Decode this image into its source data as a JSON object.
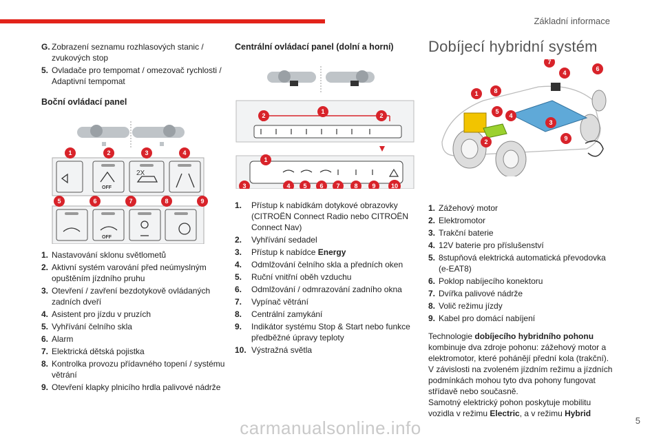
{
  "header": {
    "section_title": "Základní informace",
    "page_number": "5"
  },
  "watermark": "carmanualsonline.info",
  "col1": {
    "top_items": [
      {
        "key": "G.",
        "text": "Zobrazení seznamu rozhlasových stanic / zvukových stop"
      },
      {
        "key": "5.",
        "text": "Ovladače pro tempomat / omezovač rychlosti / Adaptivní tempomat"
      }
    ],
    "heading": "Boční ovládací panel",
    "panel_labels": {
      "two_x": "2X",
      "off": "OFF"
    },
    "badges": [
      "1",
      "2",
      "3",
      "4",
      "5",
      "6",
      "7",
      "8",
      "9"
    ],
    "items": [
      {
        "key": "1.",
        "text": "Nastavování sklonu světlometů"
      },
      {
        "key": "2.",
        "text": "Aktivní systém varování před neúmyslným opuštěním jízdního pruhu"
      },
      {
        "key": "3.",
        "text": "Otevření / zavření bezdotykově ovládaných zadních dveří"
      },
      {
        "key": "4.",
        "text": "Asistent pro jízdu v pruzích"
      },
      {
        "key": "5.",
        "text": "Vyhřívání čelního skla"
      },
      {
        "key": "6.",
        "text": "Alarm"
      },
      {
        "key": "7.",
        "text": "Elektrická dětská pojistka"
      },
      {
        "key": "8.",
        "text": "Kontrolka provozu přídavného topení / systému větrání"
      },
      {
        "key": "9.",
        "text": "Otevření klapky plnicího hrdla palivové nádrže"
      }
    ]
  },
  "col2": {
    "heading": "Centrální ovládací panel (dolní a horní)",
    "badges": [
      "2",
      "1",
      "2",
      "1",
      "3",
      "4",
      "5",
      "6",
      "7",
      "8",
      "9",
      "10"
    ],
    "items": [
      {
        "key": "1.",
        "text": "Přístup k nabídkám dotykové obrazovky (CITROËN Connect Radio nebo CITROËN Connect Nav)"
      },
      {
        "key": "2.",
        "text": "Vyhřívání sedadel"
      },
      {
        "key": "3.",
        "text": "Přístup k nabídce ",
        "bold": "Energy"
      },
      {
        "key": "4.",
        "text": "Odmlžování čelního skla a předních oken"
      },
      {
        "key": "5.",
        "text": "Ruční vnitřní oběh vzduchu"
      },
      {
        "key": "6.",
        "text": "Odmlžování / odmrazování zadního okna"
      },
      {
        "key": "7.",
        "text": "Vypínač větrání"
      },
      {
        "key": "8.",
        "text": "Centrální zamykání"
      },
      {
        "key": "9.",
        "text": "Indikátor systému Stop & Start nebo funkce předběžné úpravy teploty"
      },
      {
        "key": "10.",
        "text": "Výstražná světla"
      }
    ]
  },
  "col3": {
    "heading": "Dobíjecí hybridní systém",
    "badges": [
      "7",
      "4",
      "6",
      "1",
      "8",
      "5",
      "4",
      "3",
      "2",
      "9"
    ],
    "items": [
      {
        "key": "1.",
        "text": "Zážehový motor"
      },
      {
        "key": "2.",
        "text": "Elektromotor"
      },
      {
        "key": "3.",
        "text": "Trakční baterie"
      },
      {
        "key": "4.",
        "text": "12V baterie pro příslušenství"
      },
      {
        "key": "5.",
        "text": "8stupňová elektrická automatická převodovka (e-EAT8)"
      },
      {
        "key": "6.",
        "text": "Poklop nabíjecího konektoru"
      },
      {
        "key": "7.",
        "text": "Dvířka palivové nádrže"
      },
      {
        "key": "8.",
        "text": "Volič režimu jízdy"
      },
      {
        "key": "9.",
        "text": "Kabel pro domácí nabíjení"
      }
    ],
    "para": {
      "l1a": "Technologie ",
      "l1b": "dobíjecího hybridního pohonu",
      "l2": "kombinuje dva zdroje pohonu: zážehový motor a elektromotor, které pohánějí přední kola (trakční).",
      "l3": "V závislosti na zvoleném jízdním režimu a jízdních podmínkách mohou tyto dva pohony fungovat střídavě nebo současně.",
      "l4a": "Samotný elektrický pohon poskytuje mobilitu vozidla v režimu ",
      "l4b": "Electric",
      "l4c": ", a v režimu ",
      "l4d": "Hybrid"
    }
  },
  "colors": {
    "accent_red": "#e2231a",
    "badge_red": "#d8232a"
  }
}
